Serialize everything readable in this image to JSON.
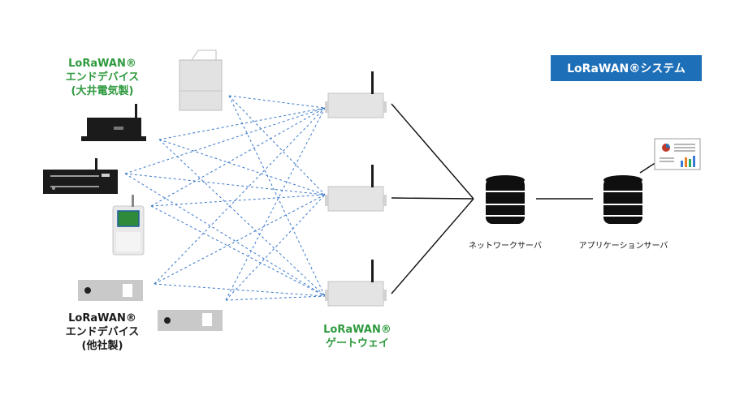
{
  "system_title": "LoRaWAN®システム",
  "end_device_own": {
    "line1": "LoRaWAN®",
    "line2": "エンドデバイス",
    "line3": "(大井電気製)"
  },
  "end_device_other": {
    "line1": "LoRaWAN®",
    "line2": "エンドデバイス",
    "line3": "(他社製)"
  },
  "gateway": {
    "line1": "LoRaWAN®",
    "line2": "ゲートウェイ"
  },
  "network_server_label": "ネットワークサーバ",
  "application_server_label": "アプリケーションサーバ",
  "colors": {
    "accent_green": "#2e9a3e",
    "badge_blue": "#1d6fb8",
    "link_blue": "#3a78c9"
  }
}
